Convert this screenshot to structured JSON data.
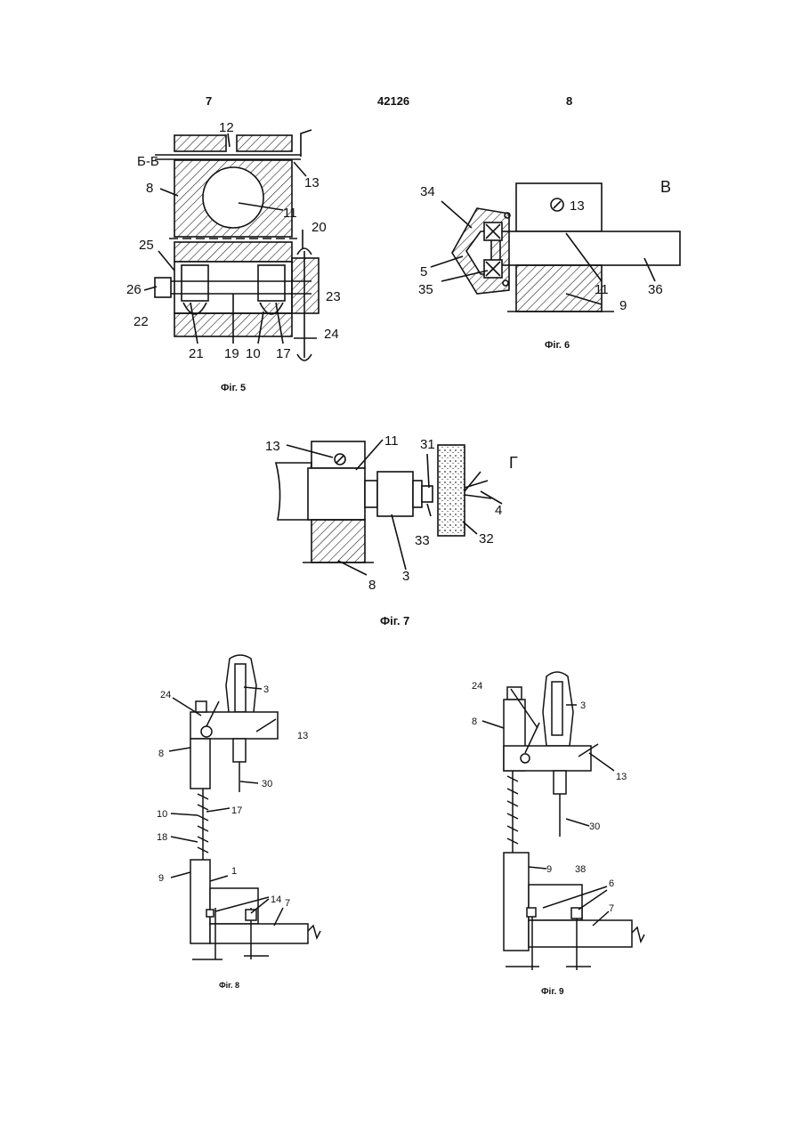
{
  "header": {
    "page_left": "7",
    "patent_number": "42126",
    "page_right": "8"
  },
  "figures": {
    "fig5": {
      "caption": "Фіг. 5",
      "section": "Б-Б",
      "labels": [
        "12",
        "13",
        "8",
        "11",
        "20",
        "25",
        "26",
        "23",
        "22",
        "21",
        "19",
        "10",
        "17",
        "24"
      ]
    },
    "fig6": {
      "caption": "Фіг. 6",
      "view": "В",
      "labels": [
        "34",
        "13",
        "5",
        "35",
        "11",
        "36",
        "9"
      ]
    },
    "fig7": {
      "caption": "Фіг. 7",
      "view": "Г",
      "labels": [
        "13",
        "11",
        "31",
        "4",
        "33",
        "32",
        "8",
        "3"
      ]
    },
    "fig8": {
      "caption": "Фіг. 8",
      "labels": [
        "24",
        "3",
        "13",
        "8",
        "30",
        "10",
        "17",
        "18",
        "9",
        "1",
        "14",
        "7"
      ]
    },
    "fig9": {
      "caption": "Фіг. 9",
      "labels": [
        "24",
        "3",
        "8",
        "13",
        "30",
        "9",
        "38",
        "6",
        "7"
      ]
    }
  }
}
